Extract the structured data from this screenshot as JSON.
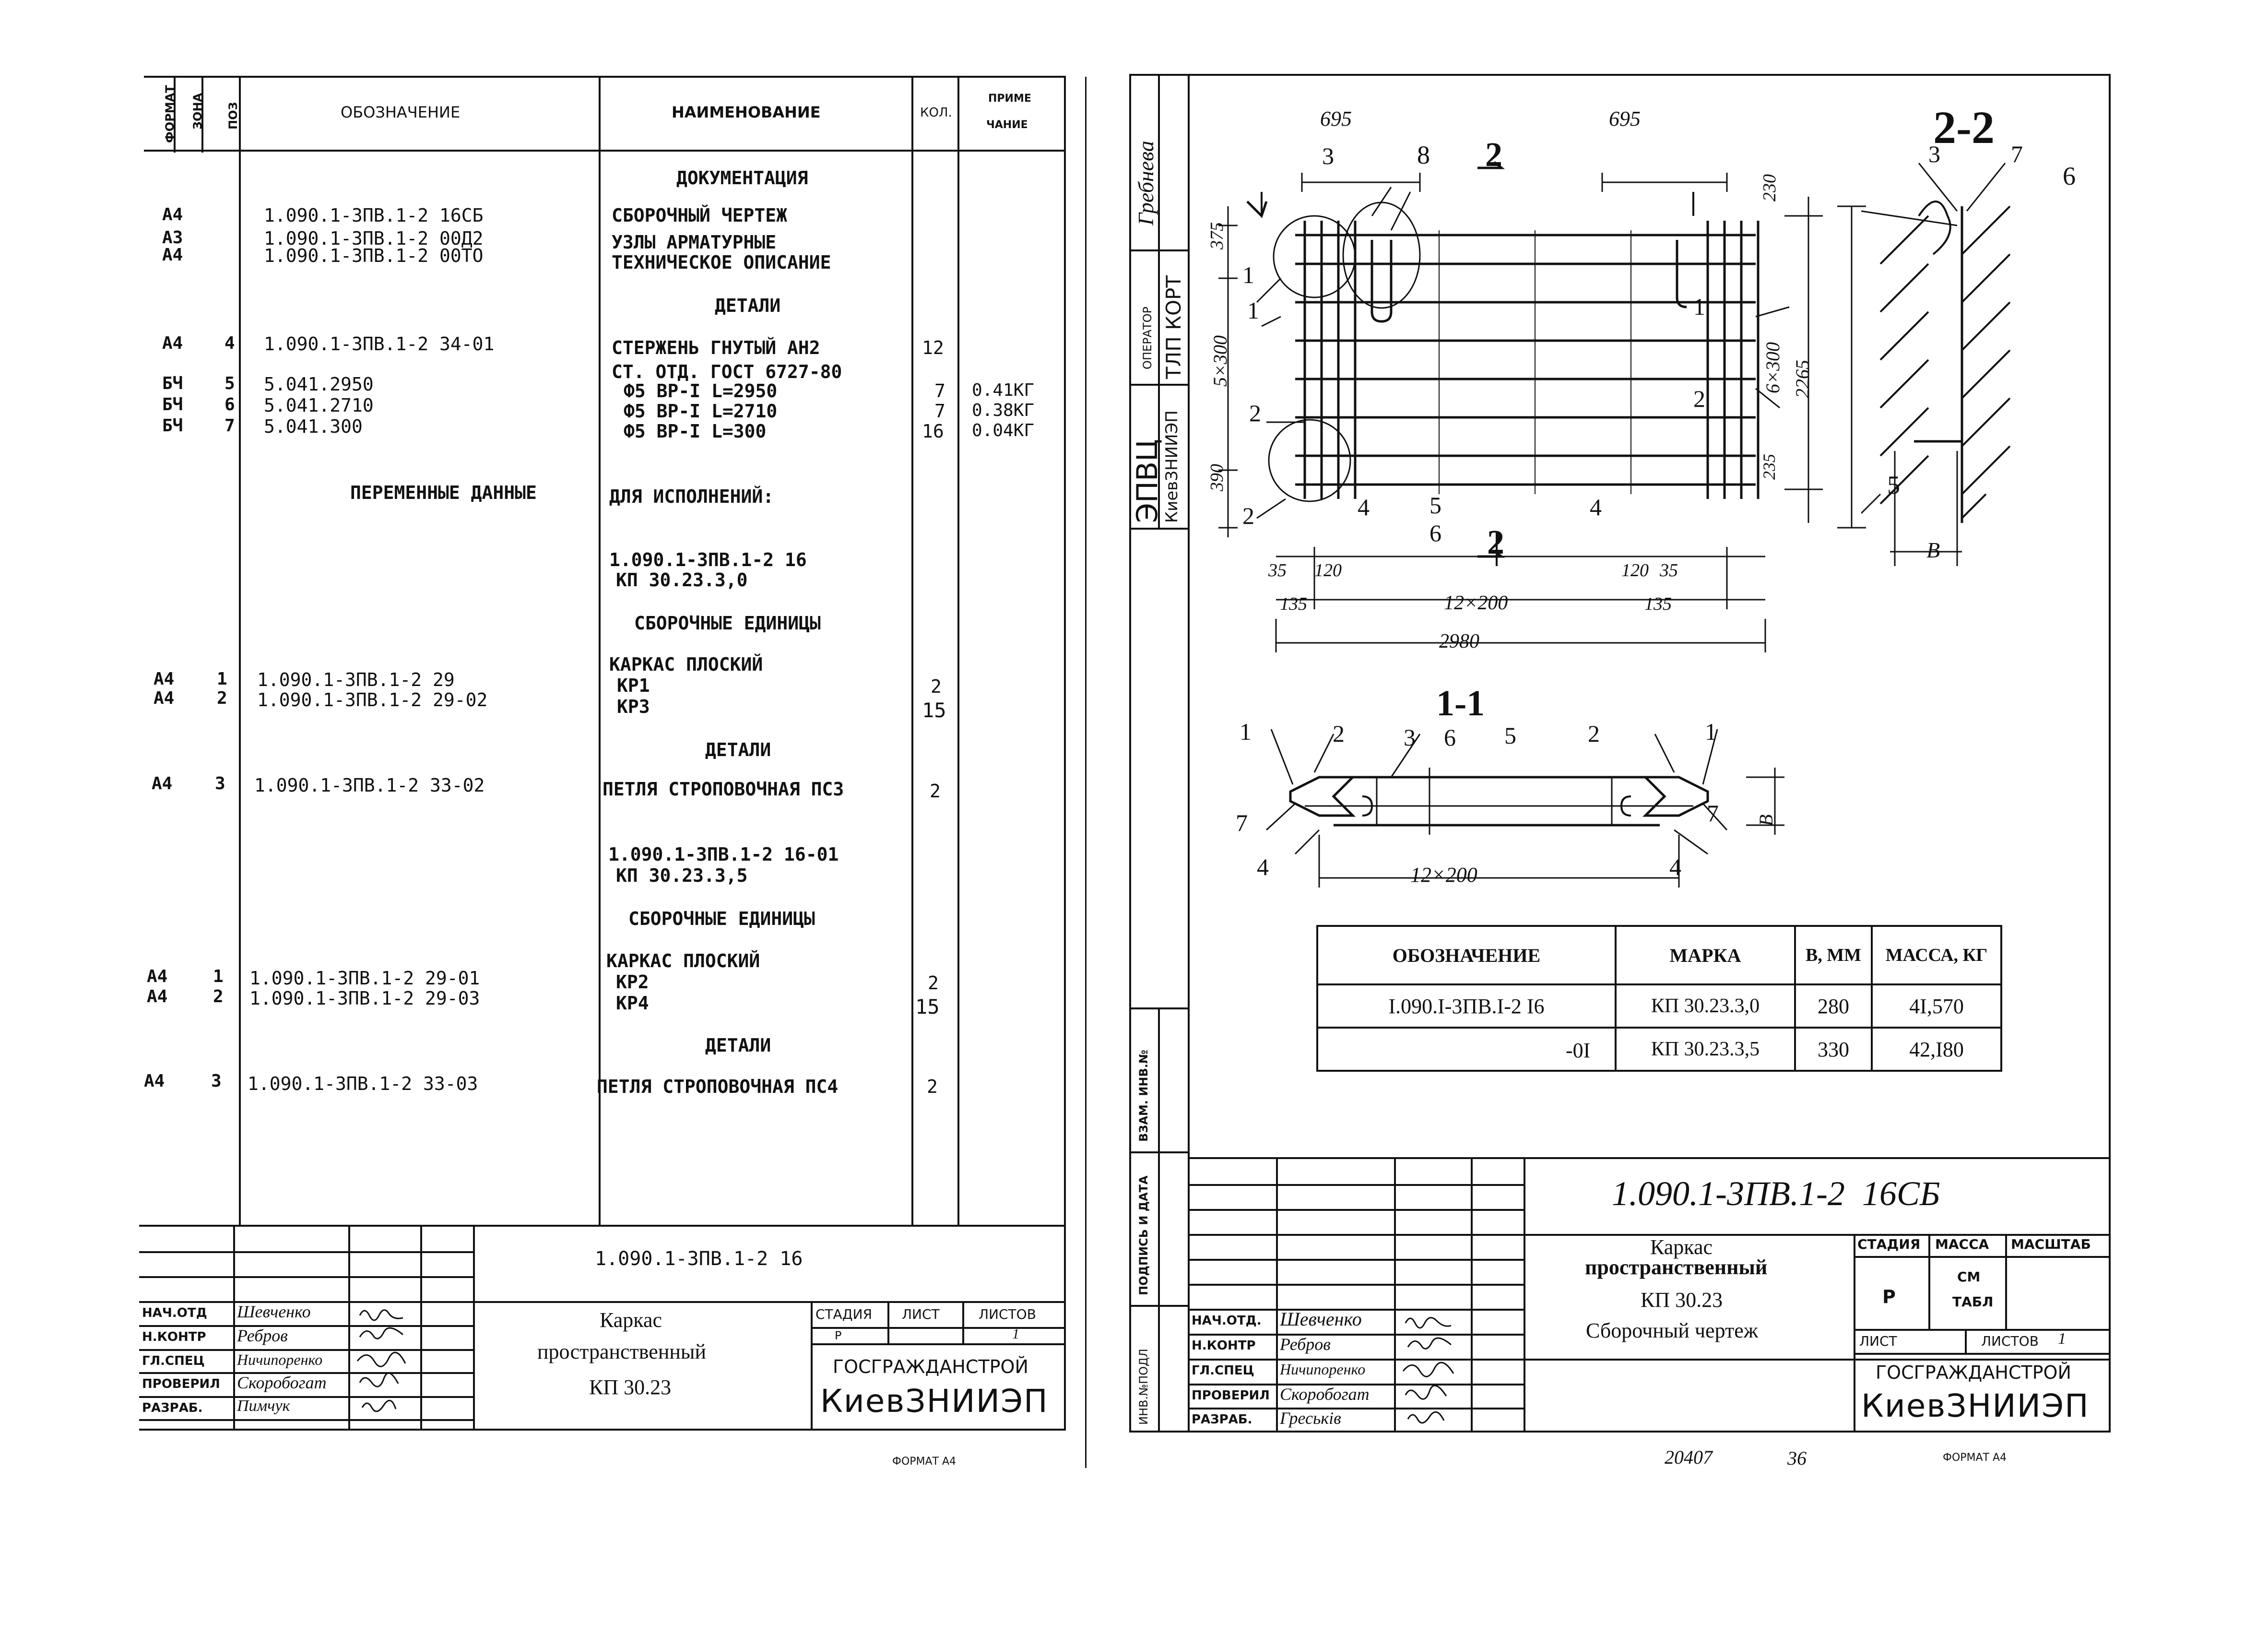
{
  "left_sheet": {
    "headers": {
      "format": "ФОРМАТ",
      "zone": "ЗОНА",
      "pos": "ПОЗ",
      "designation": "ОБОЗНАЧЕНИЕ",
      "name": "НАИМЕНОВАНИЕ",
      "qty": "КОЛ.",
      "note1": "ПРИМЕ",
      "note2": "ЧАНИЕ"
    },
    "rows": [
      {
        "fmt": "",
        "pos": "",
        "des": "",
        "name": "ДОКУМЕНТАЦИЯ",
        "qty": "",
        "note": ""
      },
      {
        "fmt": "А4",
        "pos": "",
        "des": "1.090.1-3ПВ.1-2 16СБ",
        "name": "СБОРОЧНЫЙ ЧЕРТЕЖ",
        "qty": "",
        "note": ""
      },
      {
        "fmt": "А3",
        "pos": "",
        "des": "1.090.1-3ПВ.1-2 00Д2",
        "name": "УЗЛЫ АРМАТУРНЫЕ",
        "qty": "",
        "note": ""
      },
      {
        "fmt": "А4",
        "pos": "",
        "des": "1.090.1-3ПВ.1-2 00ТО",
        "name": "ТЕХНИЧЕСКОЕ ОПИСАНИЕ",
        "qty": "",
        "note": ""
      },
      {
        "fmt": "",
        "pos": "",
        "des": "",
        "name": "ДЕТАЛИ",
        "qty": "",
        "note": ""
      },
      {
        "fmt": "А4",
        "pos": "4",
        "des": "1.090.1-3ПВ.1-2 34-01",
        "name": "СТЕРЖЕНЬ ГНУТЫЙ АН2",
        "qty": "12",
        "note": ""
      },
      {
        "fmt": "",
        "pos": "",
        "des": "",
        "name": "СТ. ОТД. ГОСТ 6727-80",
        "qty": "",
        "note": ""
      },
      {
        "fmt": "БЧ",
        "pos": "5",
        "des": "5.041.2950",
        "name": "Ф5 ВР-I L=2950",
        "qty": "7",
        "note": "0.41КГ"
      },
      {
        "fmt": "БЧ",
        "pos": "6",
        "des": "5.041.2710",
        "name": "Ф5 ВР-I L=2710",
        "qty": "7",
        "note": "0.38КГ"
      },
      {
        "fmt": "БЧ",
        "pos": "7",
        "des": "5.041.300",
        "name": "Ф5 ВР-I L=300",
        "qty": "16",
        "note": "0.04КГ"
      },
      {
        "fmt": "",
        "pos": "",
        "des": "ПЕРЕМЕННЫЕ ДАННЫЕ",
        "name": "ДЛЯ ИСПОЛНЕНИЙ:",
        "qty": "",
        "note": ""
      },
      {
        "fmt": "",
        "pos": "",
        "des": "",
        "name": "1.090.1-3ПВ.1-2 16",
        "qty": "",
        "note": ""
      },
      {
        "fmt": "",
        "pos": "",
        "des": "",
        "name": "КП 30.23.3,0",
        "qty": "",
        "note": ""
      },
      {
        "fmt": "",
        "pos": "",
        "des": "",
        "name": "СБОРОЧНЫЕ ЕДИНИЦЫ",
        "qty": "",
        "note": ""
      },
      {
        "fmt": "",
        "pos": "",
        "des": "",
        "name": "КАРКАС ПЛОСКИЙ",
        "qty": "",
        "note": ""
      },
      {
        "fmt": "А4",
        "pos": "1",
        "des": "1.090.1-3ПВ.1-2 29",
        "name": "КР1",
        "qty": "2",
        "note": ""
      },
      {
        "fmt": "А4",
        "pos": "2",
        "des": "1.090.1-3ПВ.1-2 29-02",
        "name": "КР3",
        "qty": "15",
        "note": ""
      },
      {
        "fmt": "",
        "pos": "",
        "des": "",
        "name": "ДЕТАЛИ",
        "qty": "",
        "note": ""
      },
      {
        "fmt": "А4",
        "pos": "3",
        "des": "1.090.1-3ПВ.1-2 33-02",
        "name": "ПЕТЛЯ СТРОПОВОЧНАЯ ПС3",
        "qty": "2",
        "note": ""
      },
      {
        "fmt": "",
        "pos": "",
        "des": "",
        "name": "1.090.1-3ПВ.1-2 16-01",
        "qty": "",
        "note": ""
      },
      {
        "fmt": "",
        "pos": "",
        "des": "",
        "name": "КП 30.23.3,5",
        "qty": "",
        "note": ""
      },
      {
        "fmt": "",
        "pos": "",
        "des": "",
        "name": "СБОРОЧНЫЕ ЕДИНИЦЫ",
        "qty": "",
        "note": ""
      },
      {
        "fmt": "",
        "pos": "",
        "des": "",
        "name": "КАРКАС ПЛОСКИЙ",
        "qty": "",
        "note": ""
      },
      {
        "fmt": "А4",
        "pos": "1",
        "des": "1.090.1-3ПВ.1-2 29-01",
        "name": "КР2",
        "qty": "2",
        "note": ""
      },
      {
        "fmt": "А4",
        "pos": "2",
        "des": "1.090.1-3ПВ.1-2 29-03",
        "name": "КР4",
        "qty": "15",
        "note": ""
      },
      {
        "fmt": "",
        "pos": "",
        "des": "",
        "name": "ДЕТАЛИ",
        "qty": "",
        "note": ""
      },
      {
        "fmt": "А4",
        "pos": "3",
        "des": "1.090.1-3ПВ.1-2 33-03",
        "name": "ПЕТЛЯ СТРОПОВОЧНАЯ ПС4",
        "qty": "2",
        "note": ""
      }
    ],
    "stamp": {
      "doc_code": "1.090.1-3ПВ.1-2 16",
      "title1": "Каркас",
      "title2": "пространственный",
      "title3": "КП 30.23",
      "stage_h": "СТАДИЯ",
      "sheet_h": "ЛИСТ",
      "sheets_h": "ЛИСТОВ",
      "stage": "Р",
      "sheets": "1",
      "org1": "ГОСГРАЖДАНСТРОЙ",
      "org2": "КиевЗНИИЭП",
      "roles": [
        "НАЧ.ОТД",
        "Н.КОНТР",
        "ГЛ.СПЕЦ",
        "ПРОВЕРИЛ",
        "РАЗРАБ."
      ],
      "names": [
        "Шевченко",
        "Ребров",
        "Ничипоренко",
        "Скоробогат",
        "Пимчук"
      ],
      "format": "ФОРМАТ А4"
    }
  },
  "right_sheet": {
    "side": {
      "author": "Гребнева",
      "operator": "ОПЕРАТОР",
      "tlp": "ТЛП КОРТ",
      "epvc": "ЭПВЦ",
      "kiev": "КиевЗНИИЭП",
      "vzam": "ВЗАМ. ИНВ.№",
      "podpis": "ПОДПИСЬ И ДАТА",
      "inv": "ИНВ.№ПОДЛ"
    },
    "drawing": {
      "dim_695": "695",
      "section22": "2-2",
      "section11": "1-1",
      "mark2": "2",
      "d375": "375",
      "d5x300": "5×300",
      "d390": "390",
      "d230": "230",
      "d6x300": "6×300",
      "d2265": "2265",
      "d235": "235",
      "d35": "35",
      "d120": "120",
      "d135": "135",
      "d12x200": "12×200",
      "d2980": "2980",
      "B": "В",
      "n1": "1",
      "n2": "2",
      "n3": "3",
      "n4": "4",
      "n5": "5",
      "n6": "6",
      "n7": "7",
      "n8": "8"
    },
    "table": {
      "h_des": "ОБОЗНАЧЕНИЕ",
      "h_mark": "МАРКА",
      "h_b": "В, ММ",
      "h_mass": "МАССА, КГ",
      "rows": [
        {
          "des": "I.090.I-3ПВ.I-2 I6",
          "mark": "КП 30.23.3,0",
          "b": "280",
          "mass": "4I,570"
        },
        {
          "des": "-0I",
          "mark": "КП 30.23.3,5",
          "b": "330",
          "mass": "42,I80"
        }
      ]
    },
    "stamp": {
      "doc_code": "1.090.1-3ПВ.1-2  16СБ",
      "title1": "Каркас",
      "title2": "пространственный",
      "title3": "КП 30.23",
      "title4": "Сборочный чертеж",
      "stage_h": "СТАДИЯ",
      "mass_h": "МАССА",
      "scale_h": "МАСШТАБ",
      "stage": "Р",
      "mass1": "СМ",
      "mass2": "ТАБЛ",
      "sheet_h": "ЛИСТ",
      "sheets_h": "ЛИСТОВ",
      "sheets": "1",
      "org1": "ГОСГРАЖДАНСТРОЙ",
      "org2": "КиевЗНИИЭП",
      "roles": [
        "НАЧ.ОТД.",
        "Н.КОНТР",
        "ГЛ.СПЕЦ",
        "ПРОВЕРИЛ",
        "РАЗРАБ."
      ],
      "names": [
        "Шевченко",
        "Ребров",
        "Ничипоренко",
        "Скоробогат",
        "Греськів"
      ],
      "format": "ФОРМАТ А4",
      "inv_num": "20407",
      "page_num": "36"
    }
  }
}
